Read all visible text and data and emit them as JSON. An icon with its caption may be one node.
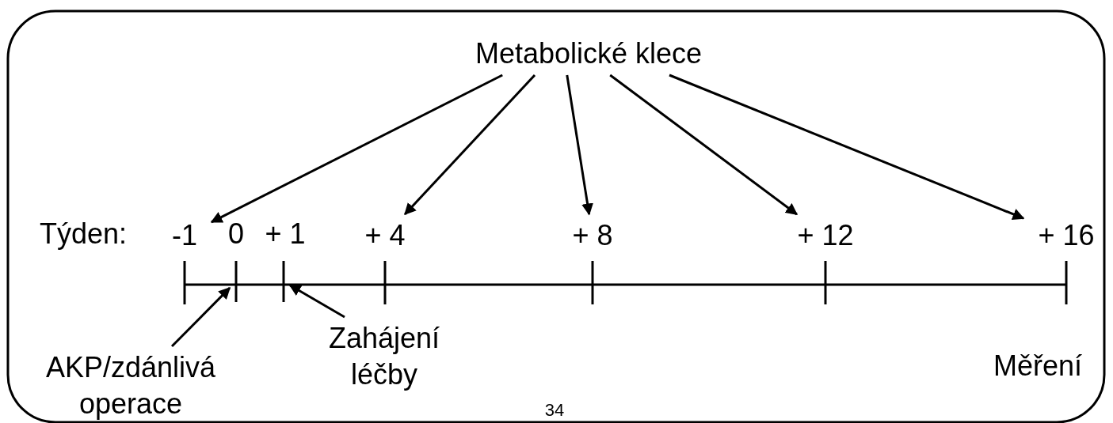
{
  "diagram": {
    "nodes": [
      {
        "text": [
          "Metabolické klece"
        ]
      },
      {
        "text": [
          "-1"
        ]
      },
      {
        "text": [
          "+ 4"
        ]
      },
      {
        "text": [
          "+ 8"
        ]
      },
      {
        "text": [
          "+ 12"
        ]
      },
      {
        "text": [
          "+ 16"
        ]
      },
      {
        "text": [],
        "shape": "bar"
      },
      {
        "text": [],
        "shape": "bar"
      },
      {
        "text": [
          "AKP/zdánlivá operace"
        ]
      },
      {
        "text": [
          "Zahájení léčby"
        ]
      }
    ],
    "edges": [
      {
        "from": 0,
        "to": 1,
        "arrow": "to"
      },
      {
        "from": 0,
        "to": 2,
        "arrow": "to"
      },
      {
        "from": 0,
        "to": 3,
        "arrow": "to"
      },
      {
        "from": 0,
        "to": 4,
        "arrow": "to"
      },
      {
        "from": 0,
        "to": 5,
        "arrow": "to"
      },
      {
        "from": 8,
        "to": 6,
        "arrow": "to"
      },
      {
        "from": 9,
        "to": 7,
        "arrow": "to"
      }
    ],
    "labels": [
      "Týden:",
      "0",
      "+ 1",
      "Měření",
      "34"
    ]
  }
}
